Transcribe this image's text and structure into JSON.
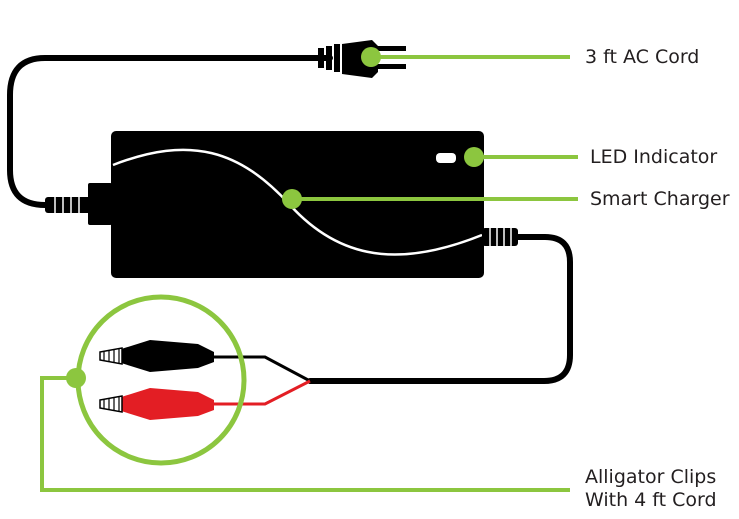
{
  "labels": {
    "ac_cord": "3 ft AC Cord",
    "led_indicator": "LED Indicator",
    "smart_charger": "Smart Charger",
    "alligator_clips_line1": "Alligator Clips",
    "alligator_clips_line2": "With 4 ft Cord"
  },
  "colors": {
    "accent_green": "#8cc63f",
    "body_black": "#000000",
    "clip_red": "#e31e24",
    "text": "#231f20"
  }
}
